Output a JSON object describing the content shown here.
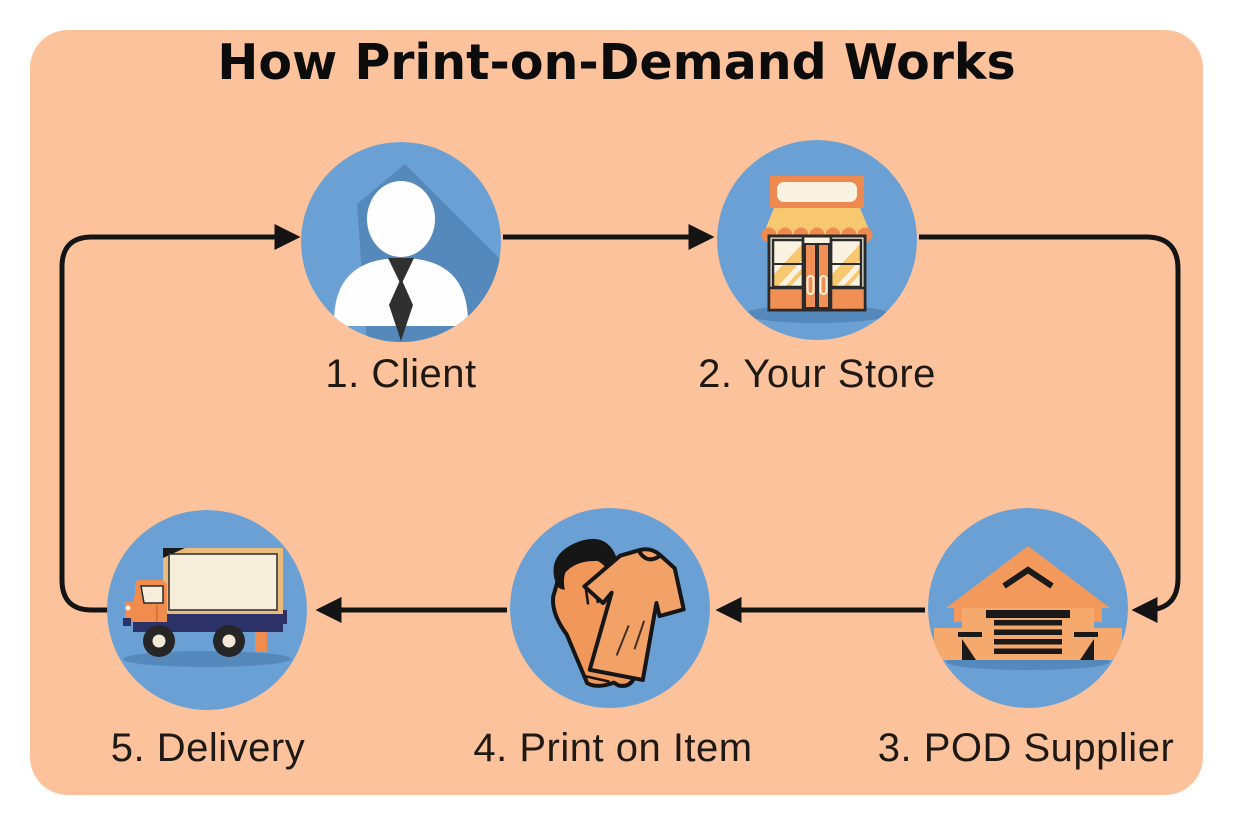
{
  "title": "How Print-on-Demand Works",
  "steps": [
    {
      "number": "1",
      "label": "1. Client",
      "icon": "client-person-icon"
    },
    {
      "number": "2",
      "label": "2. Your Store",
      "icon": "storefront-icon"
    },
    {
      "number": "3",
      "label": "3. POD Supplier",
      "icon": "warehouse-icon"
    },
    {
      "number": "4",
      "label": "4. Print on Item",
      "icon": "apparel-print-icon"
    },
    {
      "number": "5",
      "label": "5. Delivery",
      "icon": "delivery-truck-icon"
    }
  ],
  "connections": [
    {
      "from": "1. Client",
      "to": "2. Your Store"
    },
    {
      "from": "2. Your Store",
      "to": "3. POD Supplier"
    },
    {
      "from": "3. POD Supplier",
      "to": "4. Print on Item"
    },
    {
      "from": "4. Print on Item",
      "to": "5. Delivery"
    },
    {
      "from": "5. Delivery",
      "to": "1. Client"
    }
  ],
  "colors": {
    "page_background": "#FFFFFF",
    "board_background": "#FCC29B",
    "circle_blue": "#6BA0D4",
    "circle_shadow_blue": "#5689BB",
    "arrow_black": "#141414",
    "title_text": "#0C0C0C",
    "label_text": "#1F1915",
    "accent_orange": "#EE8A50",
    "awning_yellow": "#F8C870",
    "cream": "#FAF3E2",
    "navy_chassis": "#2C3168"
  }
}
